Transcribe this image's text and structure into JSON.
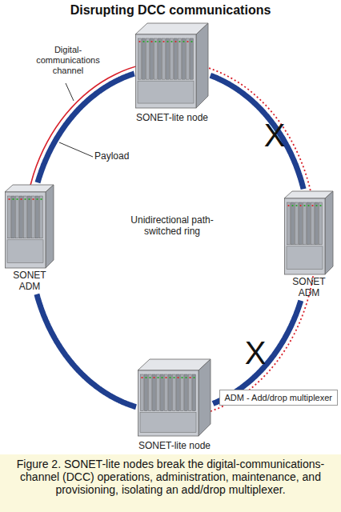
{
  "diagram": {
    "title": "Disrupting DCC communications",
    "caption": "Figure 2. SONET-lite nodes break the digital-communications-channel (DCC) operations, administration, maintenance, and provisioning, isolating an add/drop multiplexer.",
    "nodes": [
      {
        "text": [
          "SONET-lite node"
        ]
      },
      {
        "text": [
          "SONET ADM"
        ]
      },
      {
        "text": [
          "SONET ADM"
        ]
      },
      {
        "text": [
          "SONET-lite node"
        ]
      },
      {
        "text": [
          "ADM - Add/drop multiplexer"
        ]
      }
    ],
    "edges": [
      {
        "from": 0,
        "to": 2,
        "arrow": "none"
      },
      {
        "from": 2,
        "to": 3,
        "arrow": "none"
      },
      {
        "from": 3,
        "to": 1,
        "arrow": "none"
      },
      {
        "from": 1,
        "to": 0,
        "arrow": "none"
      }
    ],
    "labels": [
      "Digital-communications channel",
      "Payload",
      "Unidirectional path-switched ring",
      "X",
      "X"
    ]
  }
}
